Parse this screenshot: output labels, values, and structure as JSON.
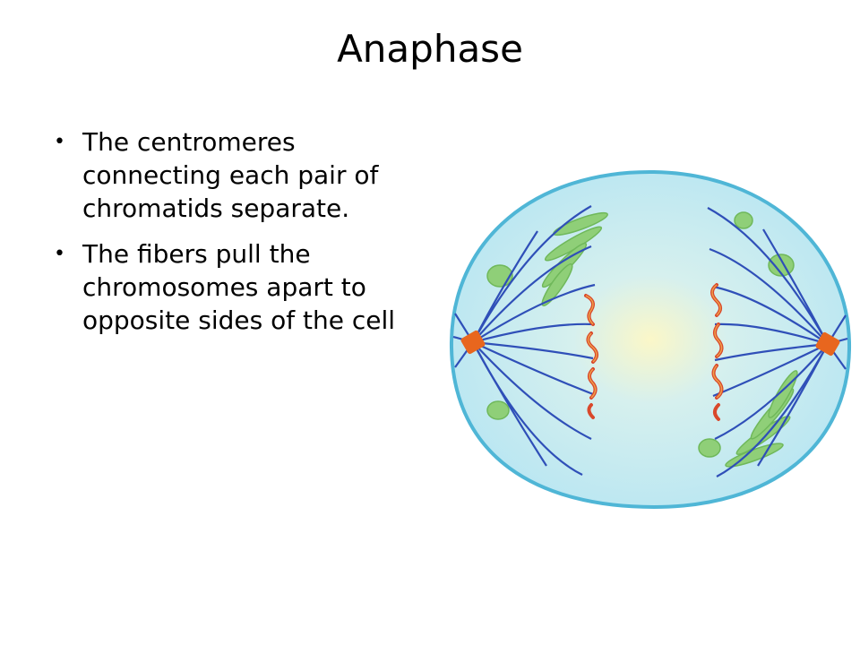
{
  "slide": {
    "title": "Anaphase",
    "bullets": [
      "The centromeres connecting each pair of chromatids separate.",
      "The fibers pull the chromosomes apart to opposite sides of the cell"
    ]
  },
  "figure": {
    "subject": "cell-in-anaphase",
    "colors": {
      "cell_fill": "#b9e6f2",
      "cell_center": "#fbf7c8",
      "cell_outline": "#4fb6d6",
      "spindle_fibers": "#2f4fb8",
      "centrosome": "#e8661e",
      "chromosome": "#d9482b",
      "organelle": "#8fcf78"
    }
  }
}
